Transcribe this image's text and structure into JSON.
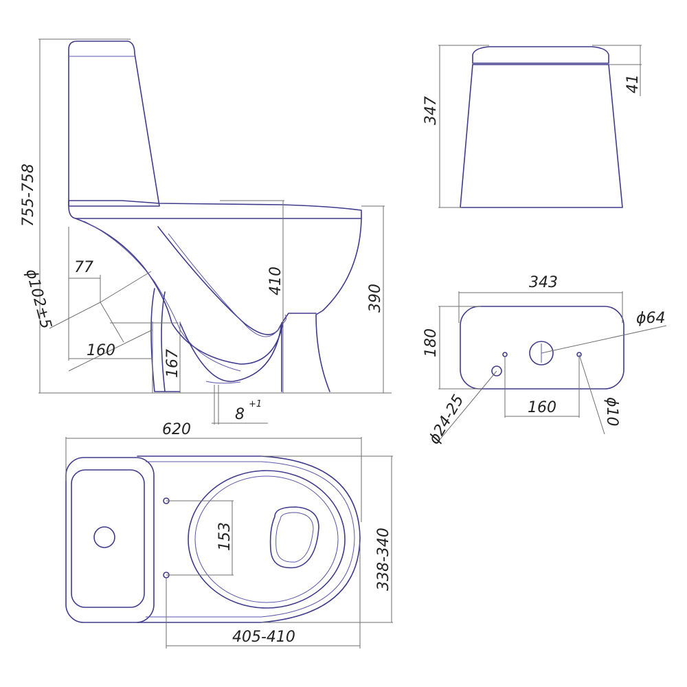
{
  "colors": {
    "outline": "#3f3a8c",
    "dimension": "#6e6e6e",
    "text": "#222222"
  },
  "side_view": {
    "height_total": "755-758",
    "outlet_diameter": "ϕ102±5",
    "outlet_offset": "77",
    "outlet_length": "160",
    "outlet_height": "167",
    "bowl_height": "410",
    "rim_height": "390",
    "floor_gap": "8",
    "floor_gap_tolerance": "+1"
  },
  "top_view": {
    "length": "620",
    "width": "338-340",
    "bolt_spacing": "153",
    "seat_length": "405-410"
  },
  "tank_front": {
    "height": "347",
    "lid_height": "41"
  },
  "tank_bottom": {
    "width": "343",
    "depth": "180",
    "flush_hole": "ϕ64",
    "inlet_hole": "ϕ24-25",
    "bolt_hole": "ϕ10",
    "hole_spacing": "160"
  }
}
